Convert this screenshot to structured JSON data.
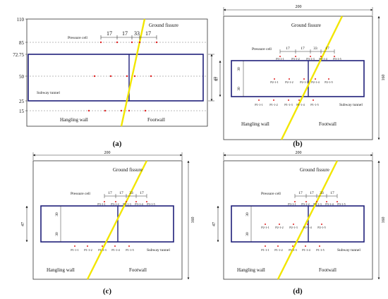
{
  "panels": [
    {
      "caption": "(a)",
      "labels": {
        "ground_fissure": "Ground fissure",
        "pressure_cell": "Pressure cell",
        "subway_tunnel": "Subway tunnel",
        "hanging_wall": "Hangling wall",
        "footwall": "Footwall"
      },
      "y_ticks": [
        "110",
        "85",
        "72.75",
        "50",
        "25",
        "15"
      ],
      "spacing": [
        "17",
        "17",
        "33",
        "17"
      ],
      "height_label": "47"
    },
    {
      "caption": "(b)",
      "labels": {
        "ground_fissure": "Ground fissure",
        "pressure_cell": "Pressure cell",
        "subway_tunnel": "Subway tunnel",
        "hanging_wall": "Hangling wall",
        "footwall": "Footwall"
      },
      "width_label": "200",
      "height_label": "160",
      "side_label": "47",
      "inner_labels": [
        "30",
        "30"
      ],
      "spacing": [
        "17",
        "17",
        "33",
        "17"
      ],
      "cells_top": [
        "P3-1-1",
        "P3-1-2",
        "P3-1-3",
        "P3-1-4",
        "P3-1-5"
      ],
      "cells_mid": [
        "P2-1-1",
        "P2-1-2",
        "P2-1-3",
        "P2-1-4",
        "P2-1-5"
      ],
      "cells_bottom": [
        "P1-1-1",
        "P1-1-2",
        "P1-1-3",
        "P1-1-4",
        "P1-1-5"
      ]
    },
    {
      "caption": "(c)",
      "labels": {
        "ground_fissure": "Ground fissure",
        "pressure_cell": "Pressure cell",
        "subway_tunnel": "Subway tunnel",
        "hanging_wall": "Hangling wall",
        "footwall": "Footwall"
      },
      "width_label": "200",
      "height_label": "160",
      "side_label": "47",
      "inner_labels": [
        "30",
        "30"
      ],
      "spacing": [
        "17",
        "17",
        "33",
        "17"
      ],
      "cells_top": [
        "P3-1-1",
        "P3-1-2",
        "P3-1-3",
        "P3-1-4",
        "P3-1-5"
      ],
      "cells_bottom": [
        "P1-1-1",
        "P1-1-2",
        "P1-1-3",
        "P1-1-4",
        "P1-1-5"
      ]
    },
    {
      "caption": "(d)",
      "labels": {
        "ground_fissure": "Ground fissure",
        "pressure_cell": "Pressure cell",
        "subway_tunnel": "Subway tunnel",
        "hanging_wall": "Hangling wall",
        "footwall": "Footwall"
      },
      "width_label": "200",
      "height_label": "160",
      "side_label": "47",
      "inner_labels": [
        "30",
        "30"
      ],
      "spacing": [
        "17",
        "17",
        "33",
        "17"
      ],
      "cells_top": [
        "P3-1-1",
        "P3-1-2",
        "P3-1-3",
        "P3-1-4",
        "P3-1-5"
      ],
      "cells_mid": [
        "P2-1-1",
        "P2-1-2",
        "P2-1-3",
        "P2-1-4",
        "P2-1-5"
      ],
      "cells_bottom": [
        "P1-1-1",
        "P1-1-2",
        "P1-1-3",
        "P1-1-4",
        "P1-1-5"
      ]
    }
  ]
}
